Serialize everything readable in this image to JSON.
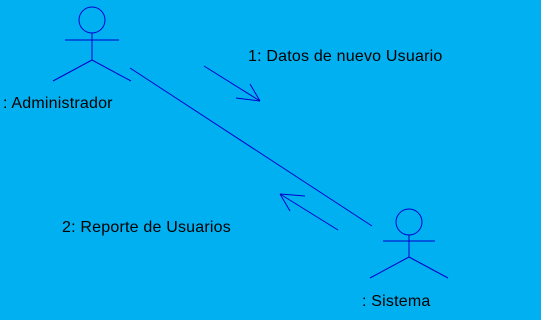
{
  "diagram": {
    "type": "UML collaboration diagram",
    "background_color": "#00b0f0",
    "line_color": "#0000cc",
    "actors": [
      {
        "id": "administrador",
        "label": ": Administrador"
      },
      {
        "id": "sistema",
        "label": ": Sistema"
      }
    ],
    "messages": [
      {
        "label": "1: Datos de nuevo Usuario",
        "direction": "administrador-to-sistema"
      },
      {
        "label": "2: Reporte de Usuarios",
        "direction": "sistema-to-administrador"
      }
    ]
  }
}
